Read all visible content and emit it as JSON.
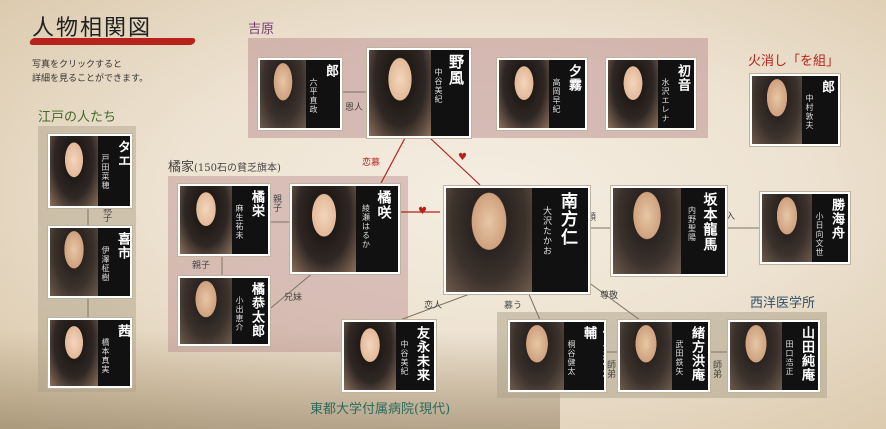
{
  "header": {
    "title": "人物相関図",
    "instruction_lines": [
      "写真をクリックすると",
      "詳細を見ることができます。"
    ]
  },
  "groups": {
    "yoshiwara": "吉原",
    "hikeshi": "火消し「を組」",
    "edo": "江戸の人たち",
    "tachibana": "橘家",
    "tachibana_sub": "(150石の貧乏旗本)",
    "seiyo": "西洋医学所",
    "todai": "東都大学付属病院(現代)"
  },
  "characters": {
    "suzuya": {
      "name": "鈴屋彦三郎",
      "actor": "六平直政"
    },
    "nokaze": {
      "name": "野風",
      "actor": "中谷美紀"
    },
    "yugiri": {
      "name": "夕霧",
      "actor": "高岡早紀"
    },
    "hatsune": {
      "name": "初音",
      "actor": "水沢エレナ"
    },
    "shinmon": {
      "name": "新門辰五郎",
      "actor": "中村敦夫"
    },
    "tae": {
      "name": "タエ",
      "actor": "戸田菜穂"
    },
    "kiichi": {
      "name": "喜市",
      "actor": "伊澤柾樹"
    },
    "akane": {
      "name": "茜",
      "actor": "橋本真実"
    },
    "ei": {
      "name": "橘栄",
      "actor": "麻生祐未"
    },
    "saki": {
      "name": "橘咲",
      "actor": "綾瀬はるか"
    },
    "kyotaro": {
      "name": "橘恭太郎",
      "actor": "小出恵介"
    },
    "jin": {
      "name": "南方仁",
      "actor": "大沢たかお"
    },
    "ryoma": {
      "name": "坂本龍馬",
      "actor": "内野聖陽"
    },
    "kaishu": {
      "name": "勝海舟",
      "actor": "小日向文世"
    },
    "mie": {
      "name": "友永未来",
      "actor": "中谷美紀"
    },
    "sawabu": {
      "name": "佐分利祐輔",
      "actor": "桐谷健太"
    },
    "ogata": {
      "name": "緒方洪庵",
      "actor": "武田鉄矢"
    },
    "yamada": {
      "name": "山田純庵",
      "actor": "田口浩正"
    }
  },
  "relations": {
    "onjin": "恩人",
    "renbo1": "恋慕",
    "shinrai": "信頼",
    "deshiiri": "弟子入り",
    "oyako1": "親子",
    "oyako2": "親子",
    "oyako3": "親子",
    "kyodai": "兄妹",
    "koibito": "恋人",
    "shitau": "慕う",
    "sonkei": "尊敬",
    "shitei1": "師弟",
    "shitei2": "師弟"
  },
  "colors": {
    "accent_red": "#b8221d",
    "pink_box": "#c9a3a6",
    "tan_box": "#b3a792"
  }
}
